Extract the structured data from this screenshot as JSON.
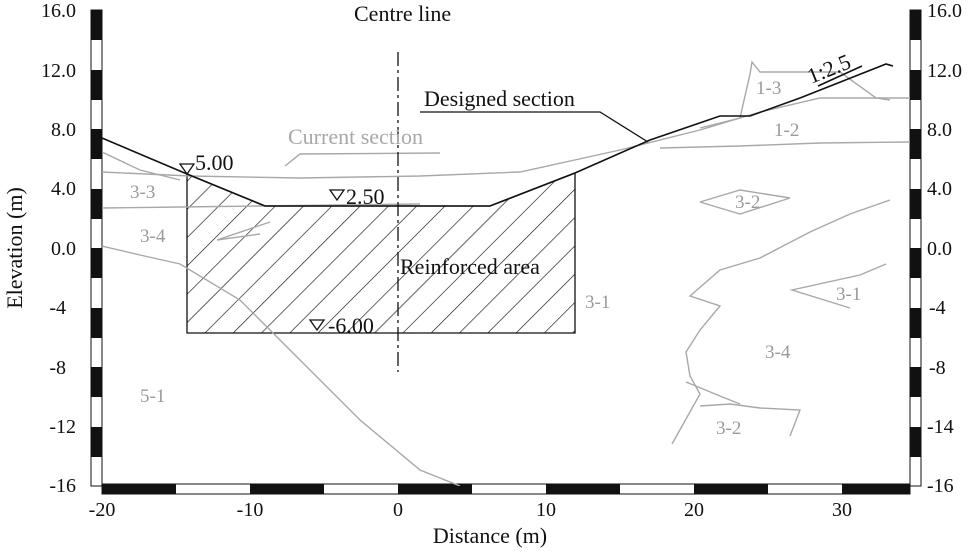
{
  "titles": {
    "centre_line": "Centre line",
    "designed_section": "Designed section",
    "current_section": "Current section",
    "reinforced_area": "Reinforced area",
    "slope": "1:2.5"
  },
  "elevations": {
    "left_crest": "5.00",
    "bottom_top": "2.50",
    "bottom_base": "-6.00"
  },
  "axes": {
    "x_label": "Distance (m)",
    "y_label": "Elevation (m)",
    "x_ticks": [
      "-20",
      "-10",
      "0",
      "10",
      "20",
      "30"
    ],
    "y_ticks_left": [
      "16.0",
      "12.0",
      "8.0",
      "4.0",
      "0.0",
      "-4",
      "-8",
      "-12",
      "-16"
    ],
    "y_ticks_right": [
      "16.0",
      "12.0",
      "8.0",
      "4.0",
      "0.0",
      "-4",
      "-8",
      "-14",
      "-16"
    ]
  },
  "layers": {
    "l1_3": "1-3",
    "l1_2": "1-2",
    "l3_3": "3-3",
    "l3_4_left": "3-4",
    "l3_2_upper": "3-2",
    "l3_1_right": "3-1",
    "l3_1_mid": "3-1",
    "l3_4_right": "3-4",
    "l3_2_lower": "3-2",
    "l5_1": "5-1"
  },
  "colors": {
    "ink": "#111111",
    "grey": "#9a9a9a"
  }
}
